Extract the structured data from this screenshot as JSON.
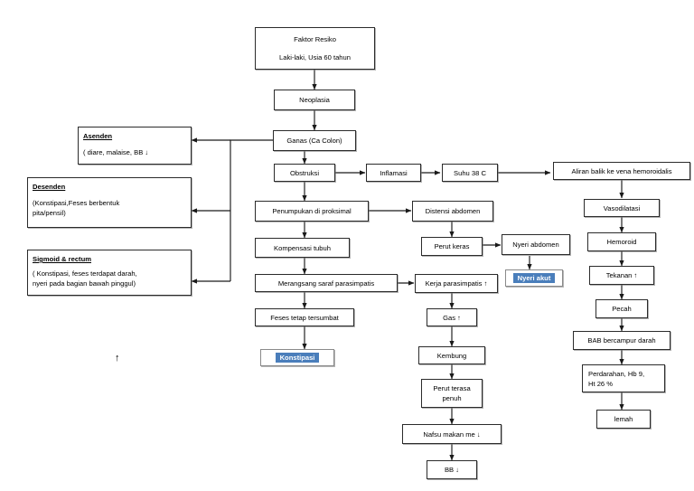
{
  "document": {
    "title": "Pathway Flowchart - Ca Colon",
    "type": "clinical-pathophysiology-flowchart",
    "language": "id"
  },
  "colors": {
    "highlight_bg": "#4a7ebb",
    "highlight_text": "#ffffff",
    "box_border": "#2b2b2b",
    "canvas_bg": "#ffffff",
    "connector": "#1a1a1a"
  },
  "nodes": {
    "faktor_resiko": {
      "line1": "Faktor Resiko",
      "line2": "Laki-laki, Usia 60 tahun"
    },
    "neoplasia": {
      "line1": "Neoplasia"
    },
    "ganas": {
      "line1": "Ganas (Ca Colon)"
    },
    "asenden": {
      "line1": "Asenden",
      "line2": "( diare, malaise, BB  ↓"
    },
    "desenden": {
      "line1": "Desenden",
      "line2": "(Konstipasi,Feses berbentuk",
      "line3": "pita/pensil)"
    },
    "sigmoid": {
      "line1": "Sigmoid & rectum",
      "line2": "( Konstipasi, feses terdapat darah,",
      "line3": "nyeri pada bagian bawah pinggul)"
    },
    "obstruksi": {
      "line1": "Obstruksi"
    },
    "inflamasi": {
      "line1": "Inflamasi"
    },
    "suhu": {
      "line1": "Suhu 38 C"
    },
    "aliran_balik": {
      "line1": "Aliran balik ke vena hemoroidalis"
    },
    "penumpukan": {
      "line1": "Penumpukan di proksimal"
    },
    "distensi": {
      "line1": "Distensi abdomen"
    },
    "vasodilatasi": {
      "line1": "Vasodilatasi"
    },
    "kompensasi": {
      "line1": "Kompensasi tubuh"
    },
    "perut_keras": {
      "line1": "Perut keras"
    },
    "nyeri_abdomen": {
      "line1": "Nyeri abdomen"
    },
    "hemoroid": {
      "line1": "Hemoroid"
    },
    "merangsang": {
      "line1": "Merangsang saraf parasimpatis"
    },
    "kerja_parasimpatis": {
      "line1": "Kerja parasimpatis ↑"
    },
    "nyeri_akut": {
      "line1": "Nyeri akut"
    },
    "tekanan": {
      "line1": "Tekanan  ↑"
    },
    "feses_tersumbat": {
      "line1": "Feses tetap tersumbat"
    },
    "gas": {
      "line1": "Gas  ↑"
    },
    "pecah": {
      "line1": "Pecah"
    },
    "konstipasi": {
      "line1": "Konstipasi"
    },
    "kembung": {
      "line1": "Kembung"
    },
    "bab_darah": {
      "line1": "BAB bercampur darah"
    },
    "perut_penuh": {
      "line1": "Perut terasa",
      "line2": "penuh"
    },
    "perdarahan": {
      "line1": "Perdarahan, Hb 9,",
      "line2": "Ht 26 %"
    },
    "nafsu_makan": {
      "line1": "Nafsu makan me  ↓"
    },
    "lemah": {
      "line1": "lemah"
    },
    "bb": {
      "line1": "BB  ↓"
    },
    "stray_arrow": {
      "line1": "↑"
    }
  },
  "highlighted_nodes": [
    "nyeri_akut",
    "konstipasi"
  ],
  "flow_edges": [
    {
      "from": "faktor_resiko",
      "to": "neoplasia"
    },
    {
      "from": "neoplasia",
      "to": "ganas"
    },
    {
      "from": "ganas",
      "to": "asenden"
    },
    {
      "from": "ganas",
      "to": "desenden"
    },
    {
      "from": "ganas",
      "to": "sigmoid"
    },
    {
      "from": "ganas",
      "to": "obstruksi"
    },
    {
      "from": "obstruksi",
      "to": "inflamasi"
    },
    {
      "from": "inflamasi",
      "to": "suhu"
    },
    {
      "from": "suhu",
      "to": "aliran_balik"
    },
    {
      "from": "obstruksi",
      "to": "penumpukan"
    },
    {
      "from": "penumpukan",
      "to": "distensi"
    },
    {
      "from": "penumpukan",
      "to": "kompensasi"
    },
    {
      "from": "distensi",
      "to": "perut_keras"
    },
    {
      "from": "perut_keras",
      "to": "nyeri_abdomen"
    },
    {
      "from": "nyeri_abdomen",
      "to": "nyeri_akut"
    },
    {
      "from": "kompensasi",
      "to": "merangsang"
    },
    {
      "from": "merangsang",
      "to": "kerja_parasimpatis"
    },
    {
      "from": "merangsang",
      "to": "feses_tersumbat"
    },
    {
      "from": "feses_tersumbat",
      "to": "konstipasi"
    },
    {
      "from": "kerja_parasimpatis",
      "to": "gas"
    },
    {
      "from": "gas",
      "to": "kembung"
    },
    {
      "from": "kembung",
      "to": "perut_penuh"
    },
    {
      "from": "perut_penuh",
      "to": "nafsu_makan"
    },
    {
      "from": "nafsu_makan",
      "to": "bb"
    },
    {
      "from": "aliran_balik",
      "to": "vasodilatasi"
    },
    {
      "from": "vasodilatasi",
      "to": "hemoroid"
    },
    {
      "from": "hemoroid",
      "to": "tekanan"
    },
    {
      "from": "tekanan",
      "to": "pecah"
    },
    {
      "from": "pecah",
      "to": "bab_darah"
    },
    {
      "from": "bab_darah",
      "to": "perdarahan"
    },
    {
      "from": "perdarahan",
      "to": "lemah"
    }
  ]
}
